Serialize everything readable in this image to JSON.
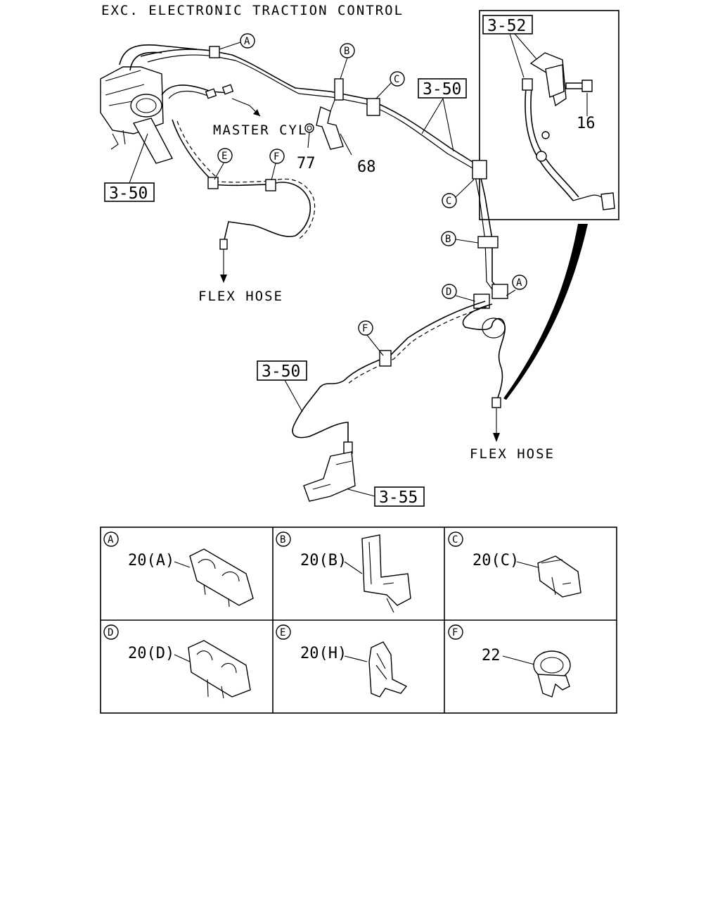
{
  "title": "EXC. ELECTRONIC TRACTION CONTROL",
  "labels": {
    "master_cyl": "MASTER CYL",
    "flex_hose_left": "FLEX HOSE",
    "flex_hose_right": "FLEX HOSE"
  },
  "refs": {
    "r350_main": "3-50",
    "r350_left": "3-50",
    "r350_lower": "3-50",
    "r352": "3-52",
    "r355": "3-55"
  },
  "part_numbers": {
    "p16": "16",
    "p68": "68",
    "p77": "77"
  },
  "callouts": {
    "A1": "A",
    "B1": "B",
    "C1": "C",
    "E1": "E",
    "F1": "F",
    "C2": "C",
    "B2": "B",
    "D2": "D",
    "A2": "A",
    "F2": "F"
  },
  "legend": [
    {
      "letter": "A",
      "part": "20(A)"
    },
    {
      "letter": "B",
      "part": "20(B)"
    },
    {
      "letter": "C",
      "part": "20(C)"
    },
    {
      "letter": "D",
      "part": "20(D)"
    },
    {
      "letter": "E",
      "part": "20(H)"
    },
    {
      "letter": "F",
      "part": "22"
    }
  ]
}
